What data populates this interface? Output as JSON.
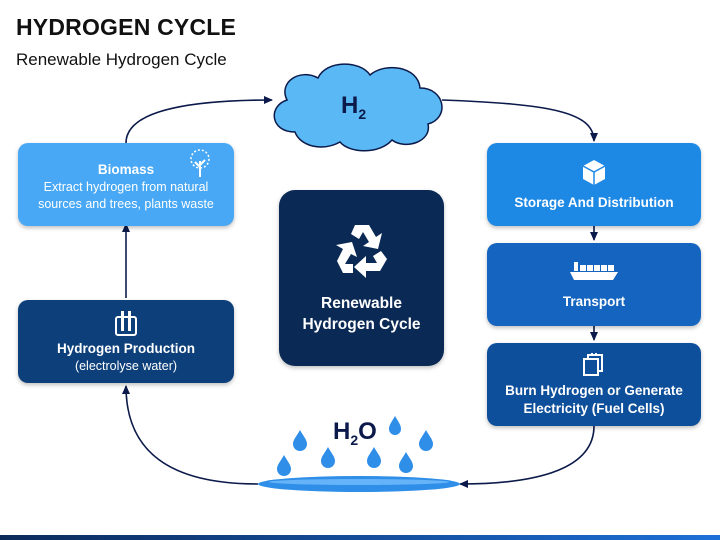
{
  "header": {
    "title": "HYDROGEN CYCLE",
    "subtitle": "Renewable Hydrogen Cycle"
  },
  "center": {
    "line1": "Renewable",
    "line2": "Hydrogen Cycle",
    "icon": "recycle-icon"
  },
  "cloud": {
    "label": "H",
    "sub": "2"
  },
  "water": {
    "label": "H",
    "sub": "2",
    "suffix": "O"
  },
  "nodes": {
    "biomass": {
      "title": "Biomass",
      "line1": "Extract hydrogen from natural",
      "line2": "sources and trees, plants waste",
      "icon": "tree-icon"
    },
    "production": {
      "title": "Hydrogen Production",
      "subtitle": "(electrolyse water)",
      "icon": "electrolyzer-icon"
    },
    "storage": {
      "title": "Storage And Distribution",
      "icon": "box-icon"
    },
    "transport": {
      "title": "Transport",
      "icon": "ship-icon"
    },
    "burn": {
      "line1": "Burn Hydrogen or Generate",
      "line2": "Electricity (Fuel Cells)",
      "icon": "fuel-cell-icon"
    }
  },
  "colors": {
    "light_blue": "#49a8f5",
    "mid_blue": "#1565c0",
    "dark_blue": "#0d3f7a",
    "navy": "#0a2a55",
    "cloud_fill": "#5ab8f5",
    "drop": "#2f8ee8"
  }
}
